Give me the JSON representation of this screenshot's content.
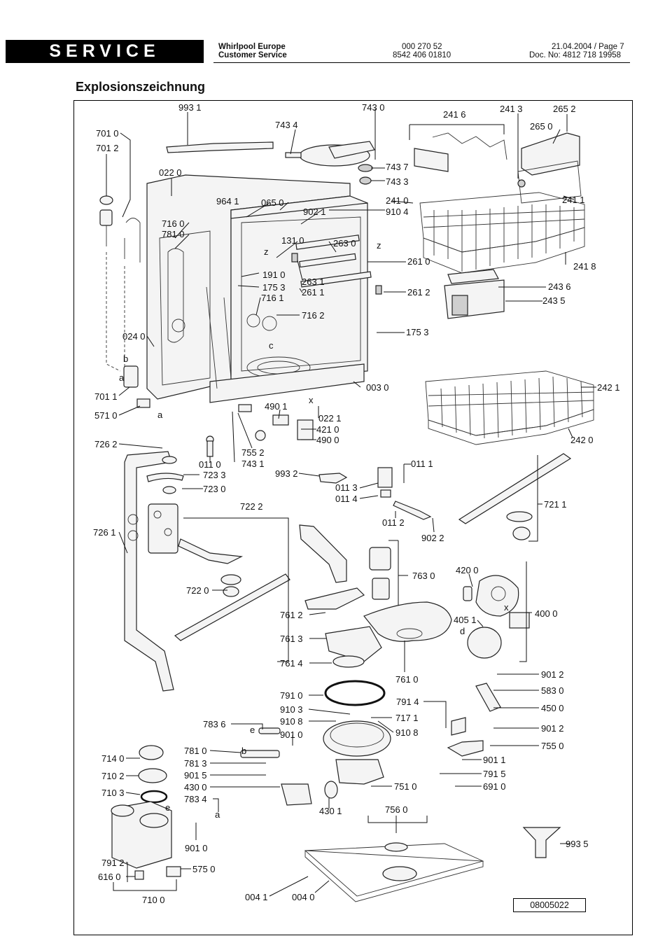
{
  "header": {
    "banner": "SERVICE",
    "company_line1": "Whirlpool Europe",
    "company_line2": "Customer Service",
    "code_line1": "000 270 52",
    "code_line2": "8542 406 01810",
    "date_page": "21.04.2004 / Page 7",
    "doc_no": "Doc. No: 4812 718 19958"
  },
  "title": "Explosionszeichnung",
  "drawing_number": "08005022",
  "part_labels": {
    "p9931": "993 1",
    "p7430": "743 0",
    "p2416": "241 6",
    "p2413": "241 3",
    "p2652": "265 2",
    "p7010": "701 0",
    "p7012": "701 2",
    "p7434": "743 4",
    "p2650": "265 0",
    "p0220": "022 0",
    "p7437": "743 7",
    "p7433": "743 3",
    "p9641": "964 1",
    "p0650": "065 0",
    "p2410": "241 0",
    "p2411": "241 1",
    "p9021": "902 1",
    "p9104": "910 4",
    "p7160": "716 0",
    "p7810": "781 0",
    "p1310": "131 0",
    "p2630": "263 0",
    "p2610": "261 0",
    "p2418": "241 8",
    "p1910": "191 0",
    "p2631": "263 1",
    "p1753": "175 3",
    "p2611": "261 1",
    "p2612": "261 2",
    "p2436": "243 6",
    "p7161": "716 1",
    "p2435": "243 5",
    "p7162": "716 2",
    "p1753b": "175 3",
    "p0240": "024 0",
    "p0030": "003 0",
    "p2421": "242 1",
    "p7011": "701 1",
    "p4901": "490 1",
    "p5710": "571 0",
    "p0221": "022 1",
    "p4210": "421 0",
    "p4900": "490 0",
    "p2420": "242 0",
    "p7262": "726 2",
    "p7552": "755 2",
    "p0110": "011 0",
    "p7431": "743 1",
    "p0111": "011 1",
    "p9932": "993 2",
    "p7233": "723 3",
    "p7230": "723 0",
    "p0113": "011 3",
    "p0114": "011 4",
    "p7211": "721 1",
    "p7222": "722 2",
    "p0112": "011 2",
    "p9022": "902 2",
    "p7261": "726 1",
    "p7630": "763 0",
    "p4200": "420 0",
    "p7220": "722 0",
    "p7612": "761 2",
    "p4000": "400 0",
    "p4051": "405 1",
    "p7613": "761 3",
    "p7614": "761 4",
    "p7610": "761 0",
    "p9012": "901 2",
    "p5830": "583 0",
    "p7910": "791 0",
    "p7914": "791 4",
    "p4500": "450 0",
    "p9103": "910 3",
    "p7171": "717 1",
    "p7836": "783 6",
    "p9108": "910 8",
    "p9108b": "910 8",
    "p9012b": "901 2",
    "p9010": "901 0",
    "p7550": "755 0",
    "p7140": "714 0",
    "p7810b": "781 0",
    "p7813": "781 3",
    "p9011": "901 1",
    "p7102": "710 2",
    "p9015": "901 5",
    "p7915": "791 5",
    "p4300": "430 0",
    "p7510": "751 0",
    "p6910": "691 0",
    "p7103": "710 3",
    "p7834": "783 4",
    "p4301": "430 1",
    "p7560": "756 0",
    "p9010b": "901 0",
    "p9935": "993 5",
    "p7912": "791 2",
    "p5750": "575 0",
    "p6160": "616 0",
    "p7100": "710 0",
    "p0041": "004 1",
    "p0040": "004 0"
  },
  "letter_marks": [
    "z",
    "z",
    "c",
    "b",
    "a",
    "a",
    "x",
    "d",
    "x",
    "e",
    "b",
    "e",
    "a"
  ]
}
